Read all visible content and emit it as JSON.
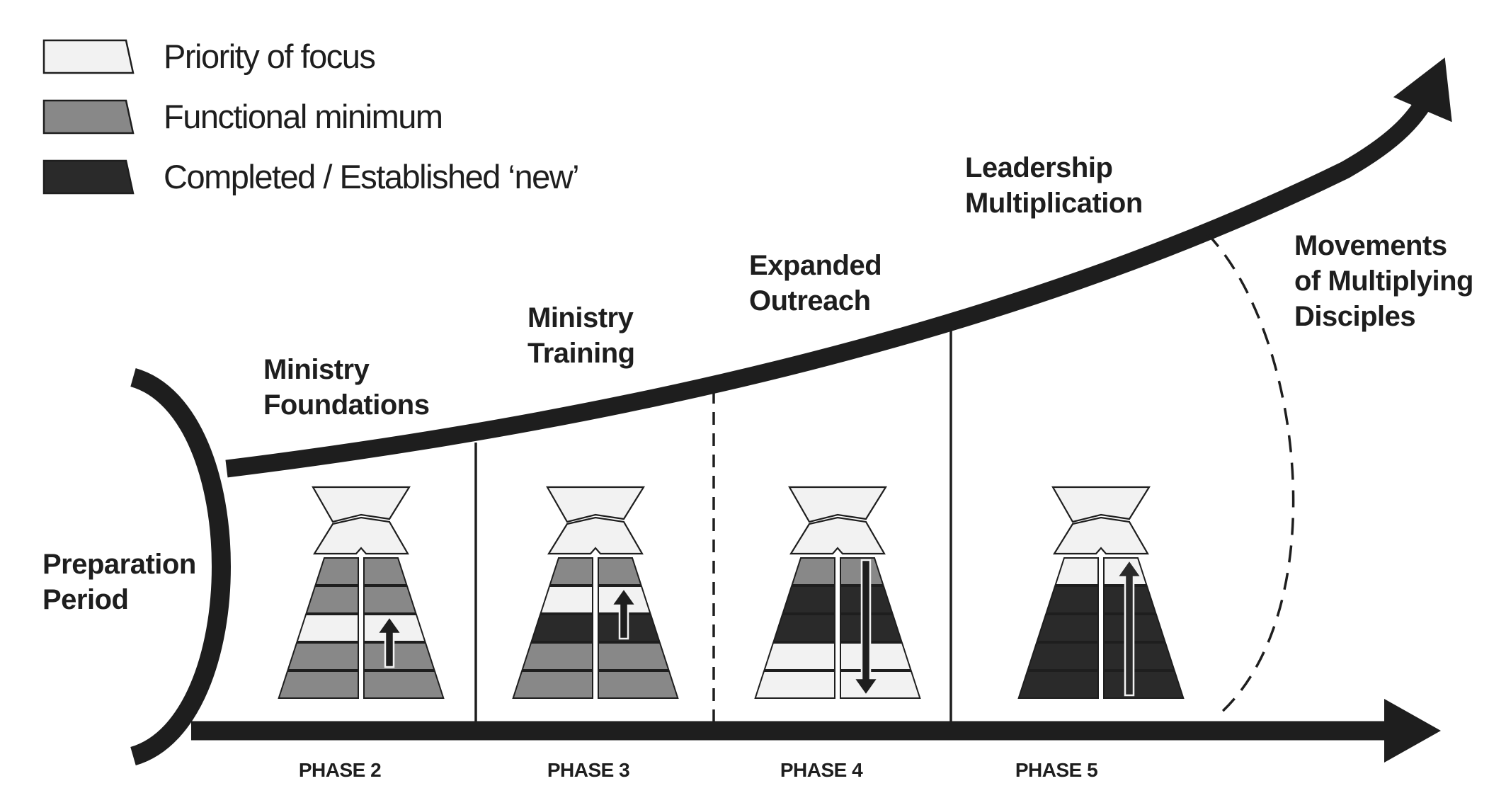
{
  "colors": {
    "priority": "#f2f2f2",
    "functional": "#888888",
    "completed": "#2a2a2a",
    "outline": "#1e1e1e",
    "background": "#ffffff"
  },
  "legend": [
    {
      "key": "priority",
      "label": "Priority of focus"
    },
    {
      "key": "functional",
      "label": "Functional minimum"
    },
    {
      "key": "completed",
      "label": "Completed / Established ‘new’"
    }
  ],
  "stages": {
    "preparation": [
      "Preparation",
      "Period"
    ],
    "foundations": [
      "Ministry",
      "Foundations"
    ],
    "training": [
      "Ministry",
      "Training"
    ],
    "outreach": [
      "Expanded",
      "Outreach"
    ],
    "leadership": [
      "Leadership",
      "Multiplication"
    ],
    "movements": [
      "Movements",
      "of Multiplying",
      "Disciples"
    ]
  },
  "phases": [
    {
      "label": "PHASE 2",
      "rows": [
        [
          "functional",
          "functional"
        ],
        [
          "functional",
          "functional"
        ],
        [
          "priority",
          "priority"
        ],
        [
          "functional",
          "functional"
        ],
        [
          "functional",
          "functional"
        ]
      ],
      "arrow": {
        "direction": "up",
        "from_row": 3,
        "to_row": 2
      }
    },
    {
      "label": "PHASE 3",
      "rows": [
        [
          "functional",
          "functional"
        ],
        [
          "priority",
          "priority"
        ],
        [
          "completed",
          "completed"
        ],
        [
          "functional",
          "functional"
        ],
        [
          "functional",
          "functional"
        ]
      ],
      "arrow": {
        "direction": "up",
        "from_row": 2,
        "to_row": 1
      }
    },
    {
      "label": "PHASE 4",
      "rows": [
        [
          "functional",
          "functional"
        ],
        [
          "completed",
          "completed"
        ],
        [
          "completed",
          "completed"
        ],
        [
          "priority",
          "priority"
        ],
        [
          "priority",
          "priority"
        ]
      ],
      "arrow": {
        "direction": "down",
        "from_row": 0,
        "to_row": 4
      }
    },
    {
      "label": "PHASE 5",
      "rows": [
        [
          "priority",
          "priority"
        ],
        [
          "completed",
          "completed"
        ],
        [
          "completed",
          "completed"
        ],
        [
          "completed",
          "completed"
        ],
        [
          "completed",
          "completed"
        ]
      ],
      "arrow": {
        "direction": "up",
        "from_row": 4,
        "to_row": 0
      }
    }
  ]
}
